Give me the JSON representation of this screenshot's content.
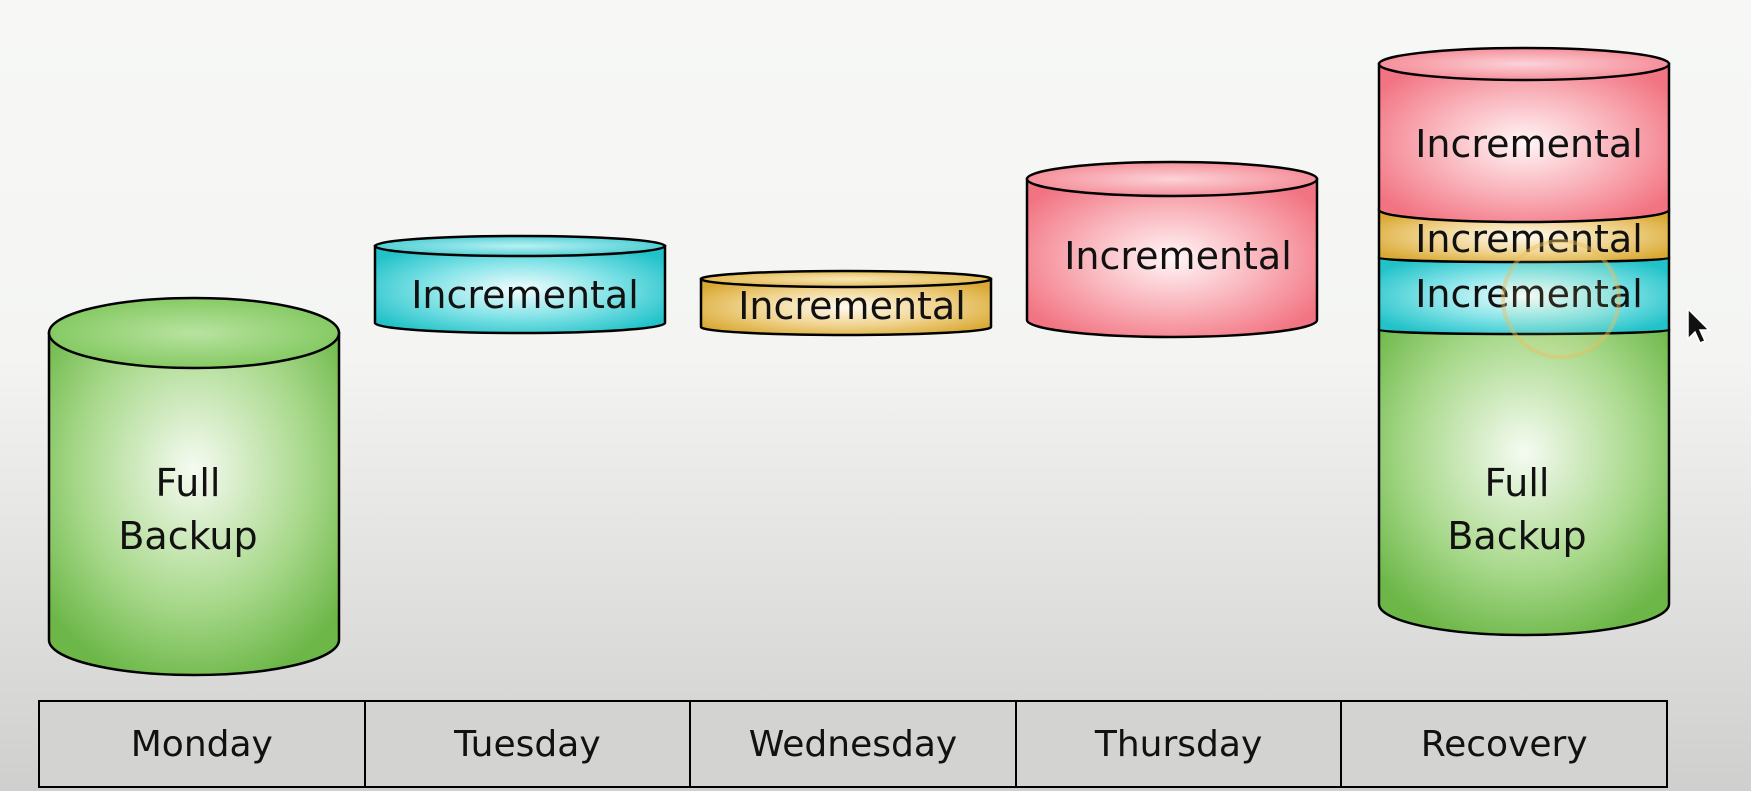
{
  "labels": {
    "full_backup_line1": "Full",
    "full_backup_line2": "Backup",
    "incremental": "Incremental"
  },
  "days": [
    "Monday",
    "Tuesday",
    "Wednesday",
    "Thursday",
    "Recovery"
  ],
  "colors": {
    "full": "#7cc558",
    "tuesday": "#2ec9cf",
    "wednesday": "#e0b441",
    "thursday": "#f4828e"
  },
  "cursor_icon": "mouse-pointer-icon"
}
